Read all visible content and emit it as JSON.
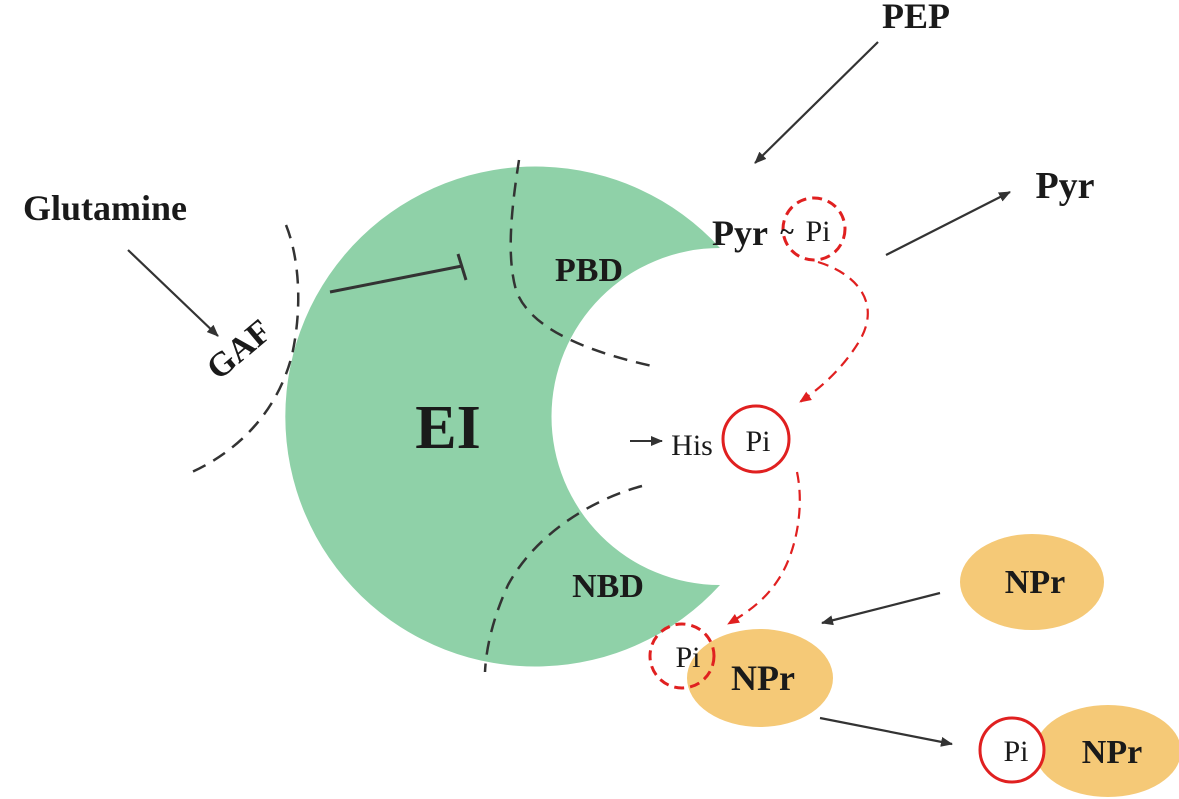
{
  "labels": {
    "pep": "PEP",
    "glutamine": "Glutamine",
    "pyr_product": "Pyr",
    "pyr_bound": "Pyr",
    "tilde": "~",
    "pi_on_pyr": "Pi",
    "pbd": "PBD",
    "gaf": "GAF",
    "ei": "EI",
    "his": "His",
    "pi_on_his": "Pi",
    "nbd": "NBD",
    "npr_free": "NPr",
    "pi_transfer": "Pi",
    "npr_bound": "NPr",
    "pi_final": "Pi",
    "npr_final": "NPr"
  },
  "colors": {
    "ei_fill": "#8fd1a8",
    "npr_fill": "#f5c977",
    "phospho_red": "#e02020",
    "arrow_dark": "#333333",
    "domain_boundary": "#333333"
  }
}
